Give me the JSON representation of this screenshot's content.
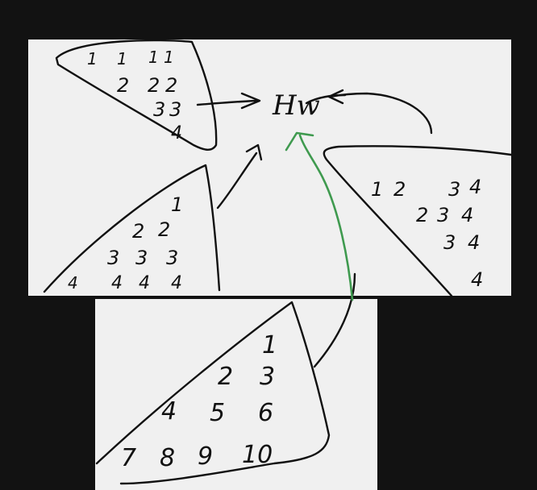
{
  "canvas": {
    "background": "#121212",
    "panel_color": "#f0f0f0",
    "ink_color": "#111111",
    "accent_ink_color": "#3f9a4f"
  },
  "center_label": "Hw",
  "triangles": {
    "top_left": {
      "rows": [
        [
          "1",
          "1",
          "1",
          "1"
        ],
        [
          "2",
          "2",
          "2"
        ],
        [
          "3",
          "3"
        ],
        [
          "4"
        ]
      ]
    },
    "middle_left": {
      "rows": [
        [
          "1"
        ],
        [
          "2",
          "2"
        ],
        [
          "3",
          "3",
          "3"
        ],
        [
          "4",
          "4",
          "4",
          "4"
        ]
      ]
    },
    "right": {
      "rows": [
        [
          "1",
          "2",
          "3",
          "4"
        ],
        [
          "2",
          "3",
          "4"
        ],
        [
          "3",
          "4"
        ],
        [
          "4"
        ]
      ]
    },
    "bottom": {
      "rows": [
        [
          "1"
        ],
        [
          "2",
          "3"
        ],
        [
          "4",
          "5",
          "6"
        ],
        [
          "7",
          "8",
          "9",
          "10"
        ]
      ]
    }
  }
}
